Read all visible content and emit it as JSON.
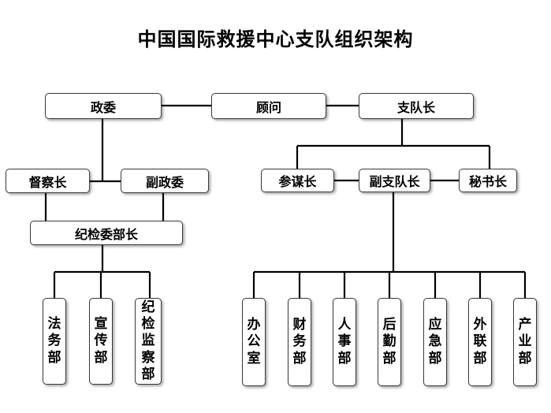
{
  "title": "中国国际救援中心支队组织架构",
  "nodes": {
    "zhengwei": "政委",
    "guwen": "顾问",
    "zhiduizhang": "支队长",
    "ducha": "督察长",
    "fuzhengwei": "副政委",
    "canmouzhang": "参谋长",
    "fuzhiduizhang": "副支队长",
    "mishuzhang": "秘书长",
    "jijianbuzhang": "纪检委部长"
  },
  "left_departments": [
    "法务部",
    "宣传部",
    "纪检监察部"
  ],
  "right_departments": [
    "办公室",
    "财务部",
    "人事部",
    "后勤部",
    "应急部",
    "外联部",
    "产业部"
  ]
}
